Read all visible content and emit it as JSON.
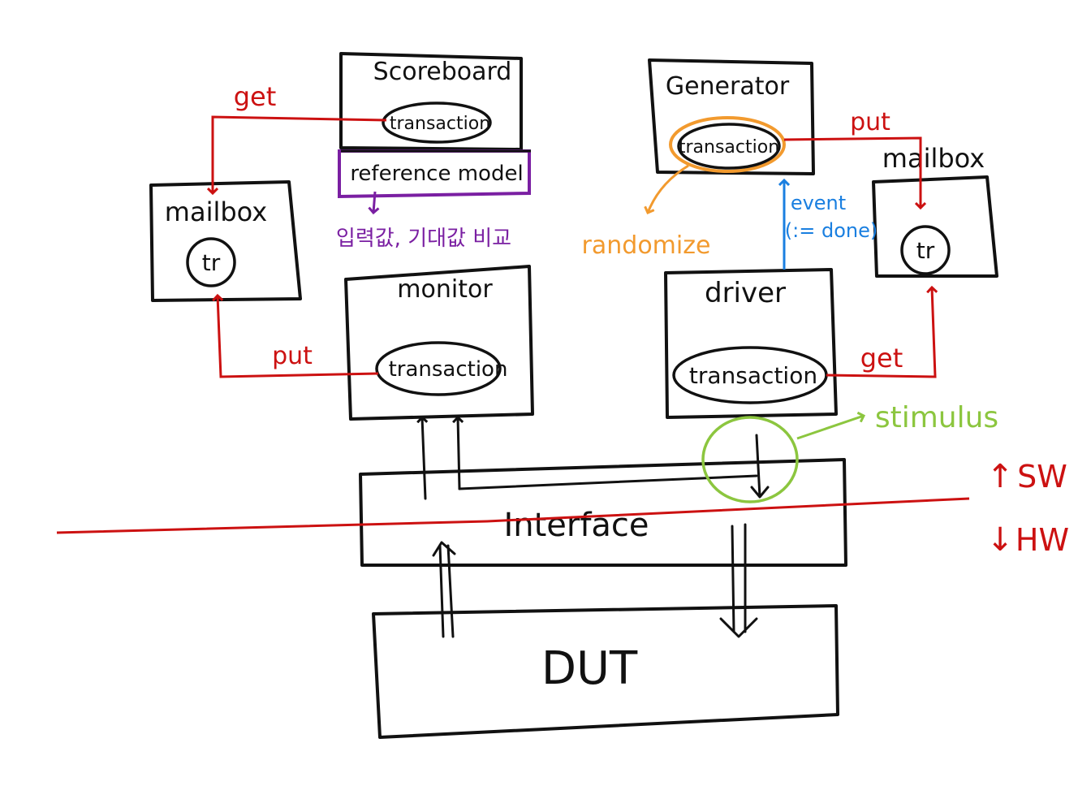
{
  "colors": {
    "ink": "#111111",
    "red": "#cc1111",
    "purple": "#7a1fa2",
    "orange": "#f29a2e",
    "blue": "#1a7fe0",
    "green": "#8cc63f"
  },
  "blocks": {
    "scoreboard": {
      "title": "Scoreboard",
      "inner": "transaction"
    },
    "reference_model": {
      "label": "reference model",
      "note": "입력값, 기대값 비교"
    },
    "generator": {
      "title": "Generator",
      "inner": "transaction",
      "note": "randomize"
    },
    "mailbox_left": {
      "title": "mailbox",
      "inner": "tr"
    },
    "mailbox_right": {
      "title": "mailbox",
      "inner": "tr"
    },
    "monitor": {
      "title": "monitor",
      "inner": "transaction"
    },
    "driver": {
      "title": "driver",
      "inner": "transaction"
    },
    "interface": {
      "title": "Interface"
    },
    "dut": {
      "title": "DUT"
    }
  },
  "arrows": {
    "scoreboard_get": "get",
    "monitor_put": "put",
    "generator_put": "put",
    "driver_get": "get",
    "event": "event",
    "event_done": "(:= done)",
    "stimulus": "stimulus"
  },
  "boundary": {
    "sw": "SW",
    "hw": "HW",
    "up_arrow": "↑",
    "down_arrow": "↓"
  }
}
